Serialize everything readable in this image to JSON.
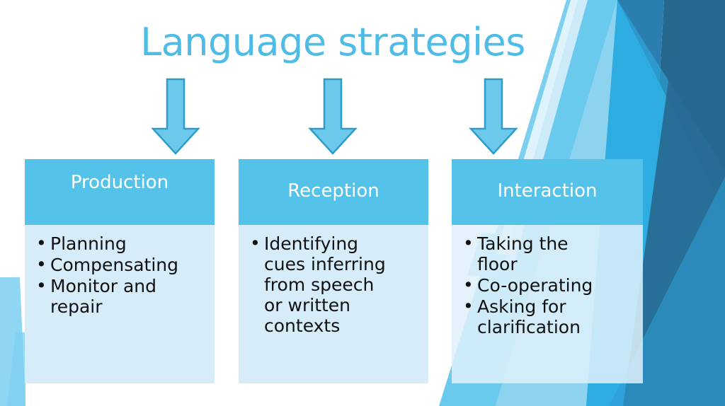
{
  "slide": {
    "title": "Language strategies",
    "title_color": "#4FBCE7",
    "header_bg": "#55C3E9",
    "body_bg": "#D6ECF8",
    "arrow_fill": "#6CC9EA",
    "arrow_stroke": "#2E9CCB",
    "background_colors": {
      "pale_blue": "#A9DEF5",
      "light_blue": "#7FD0EF",
      "sky_blue": "#2FAEE3",
      "mid_blue": "#2E9BD4",
      "deep_blue": "#2A7FB0",
      "dark_blue": "#27688F",
      "white": "#FFFFFF"
    }
  },
  "columns": [
    {
      "id": "production",
      "header": "Production",
      "arrow_name": "down-arrow-production",
      "bullets": [
        " Planning",
        "Compensating",
        "Monitor and\nrepair"
      ]
    },
    {
      "id": "reception",
      "header": "Reception",
      "arrow_name": "down-arrow-reception",
      "bullets": [
        " Identifying\ncues inferring\nfrom speech\nor written\ncontexts"
      ]
    },
    {
      "id": "interaction",
      "header": "Interaction",
      "arrow_name": "down-arrow-interaction",
      "bullets": [
        "Taking the\nfloor",
        "Co-operating",
        "Asking for\nclarification"
      ]
    }
  ]
}
